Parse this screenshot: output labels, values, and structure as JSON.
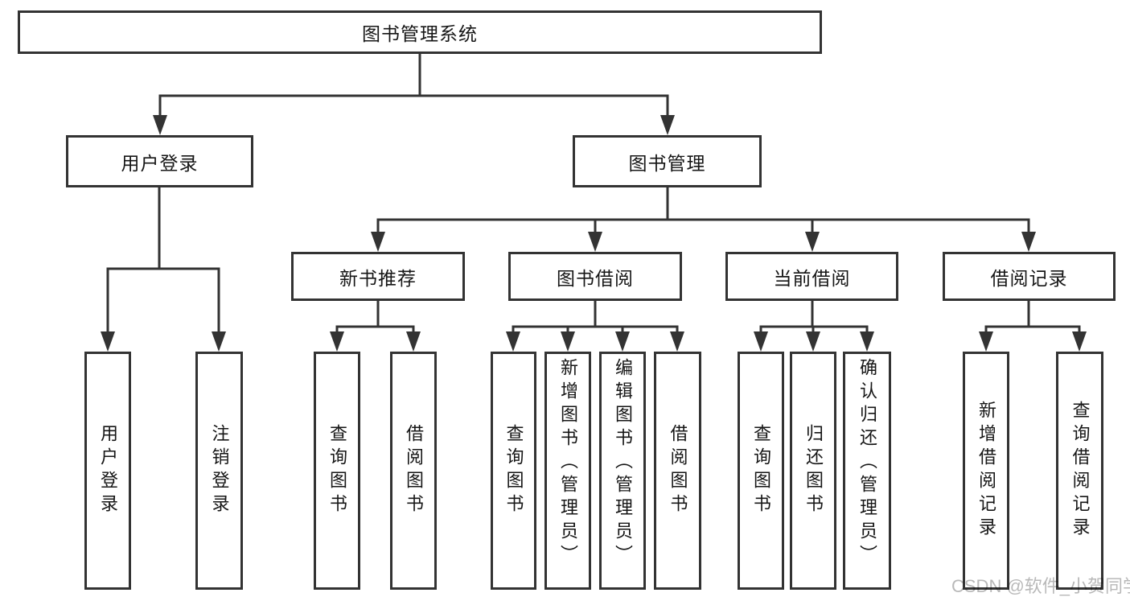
{
  "watermark": "CSDN @软件_小贺同学",
  "colors": {
    "line": "#333333",
    "box_border": "#333333",
    "text": "#161616",
    "watermark": "#b9b9b9",
    "background": "#ffffff"
  },
  "tree": {
    "root": {
      "label": "图书管理系统"
    },
    "level2": [
      {
        "label": "用户登录",
        "children": [
          "用户登录",
          "注销登录"
        ]
      },
      {
        "label": "图书管理",
        "sections": [
          {
            "label": "新书推荐",
            "children": [
              "查询图书",
              "借阅图书"
            ]
          },
          {
            "label": "图书借阅",
            "children": [
              "查询图书",
              "新增图书（管理员）",
              "编辑图书（管理员）",
              "借阅图书"
            ]
          },
          {
            "label": "当前借阅",
            "children": [
              "查询图书",
              "归还图书",
              "确认归还（管理员）"
            ]
          },
          {
            "label": "借阅记录",
            "children": [
              "新增借阅记录",
              "查询借阅记录"
            ]
          }
        ]
      }
    ]
  }
}
